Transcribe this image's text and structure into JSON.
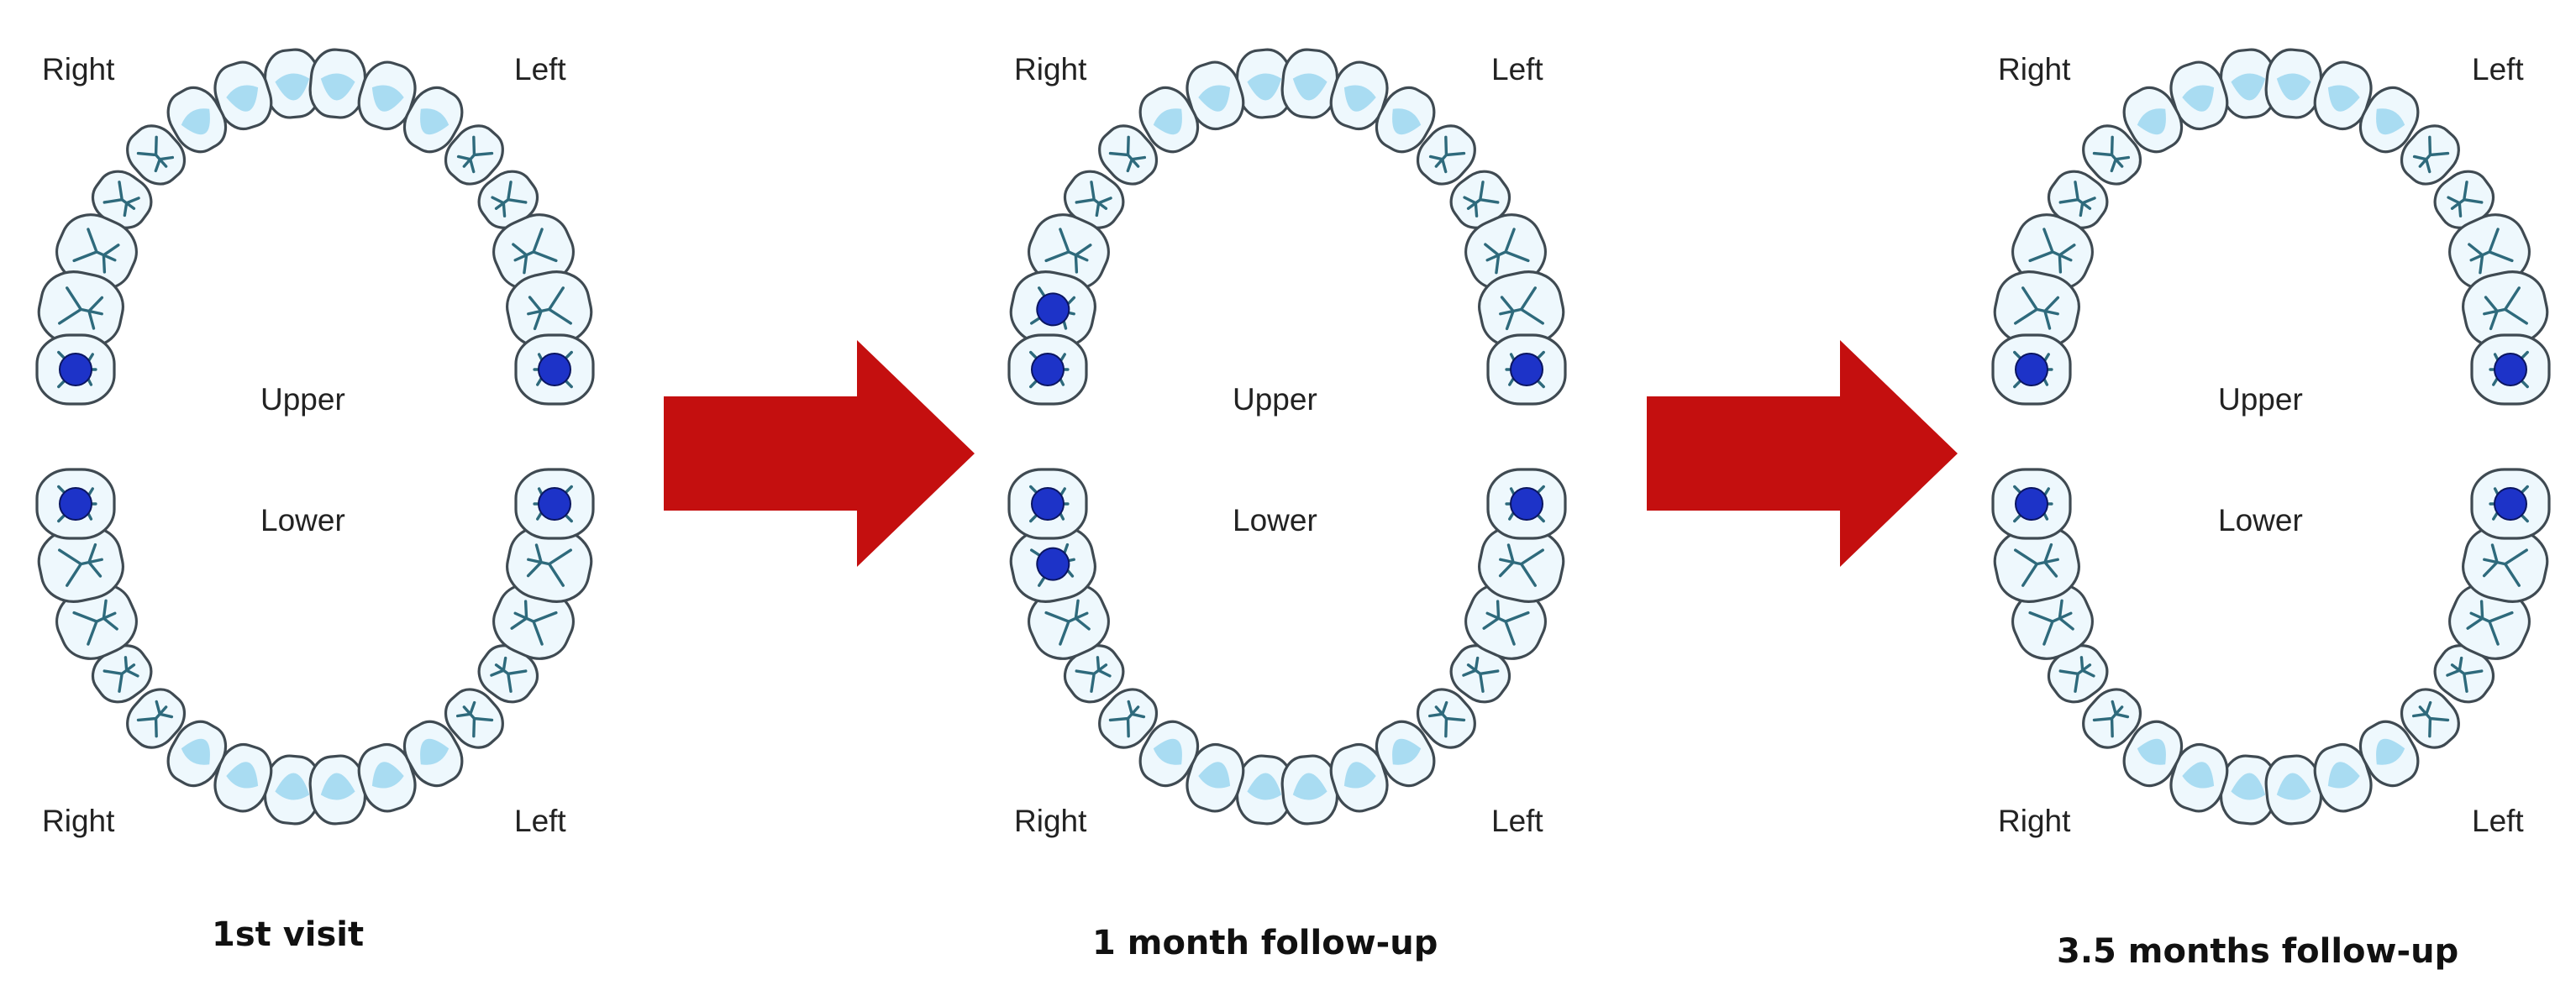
{
  "colors": {
    "tooth_fill": "#eef8fd",
    "tooth_outline": "#3f4a52",
    "crown_highlight": "#a9dcf2",
    "fissure": "#2e6a7c",
    "marker": "#1d33c8",
    "marker_outline": "#0a1560",
    "arrow": "#c40f0f"
  },
  "icons": {
    "arrow": "right-arrow-icon",
    "marker": "circle-marker-icon"
  },
  "panels": [
    {
      "caption": "1st visit",
      "labels": {
        "top_right": "Right",
        "top_left": "Left",
        "bottom_right": "Right",
        "bottom_left": "Left",
        "upper": "Upper",
        "lower": "Lower"
      },
      "marked_teeth": [
        {
          "arch": "upper",
          "side": "right",
          "position": 1
        },
        {
          "arch": "upper",
          "side": "left",
          "position": 1
        },
        {
          "arch": "lower",
          "side": "right",
          "position": 1
        },
        {
          "arch": "lower",
          "side": "left",
          "position": 1
        }
      ]
    },
    {
      "caption": "1 month follow-up",
      "labels": {
        "top_right": "Right",
        "top_left": "Left",
        "bottom_right": "Right",
        "bottom_left": "Left",
        "upper": "Upper",
        "lower": "Lower"
      },
      "marked_teeth": [
        {
          "arch": "upper",
          "side": "right",
          "position": 1
        },
        {
          "arch": "upper",
          "side": "right",
          "position": 2
        },
        {
          "arch": "upper",
          "side": "left",
          "position": 1
        },
        {
          "arch": "lower",
          "side": "right",
          "position": 1
        },
        {
          "arch": "lower",
          "side": "right",
          "position": 2
        },
        {
          "arch": "lower",
          "side": "left",
          "position": 1
        }
      ]
    },
    {
      "caption": "3.5 months follow-up",
      "labels": {
        "top_right": "Right",
        "top_left": "Left",
        "bottom_right": "Right",
        "bottom_left": "Left",
        "upper": "Upper",
        "lower": "Lower"
      },
      "marked_teeth": [
        {
          "arch": "upper",
          "side": "right",
          "position": 1
        },
        {
          "arch": "upper",
          "side": "left",
          "position": 1
        },
        {
          "arch": "lower",
          "side": "right",
          "position": 1
        },
        {
          "arch": "lower",
          "side": "left",
          "position": 1
        }
      ]
    }
  ]
}
